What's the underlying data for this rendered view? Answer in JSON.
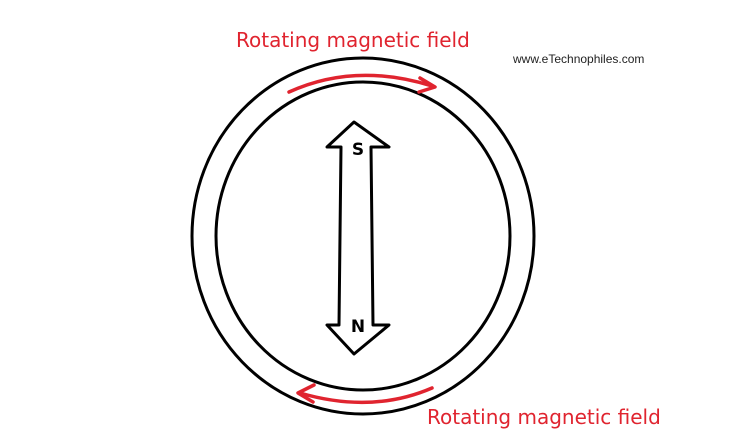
{
  "diagram": {
    "caption_top": "Rotating magnetic field",
    "caption_bottom": "Rotating magnetic field",
    "watermark": "www.eTechnophiles.com",
    "pole_top": "S",
    "pole_bottom": "N"
  },
  "colors": {
    "field_arrow": "#e0242f",
    "caption_text": "#e0242f",
    "outline": "#000000"
  }
}
